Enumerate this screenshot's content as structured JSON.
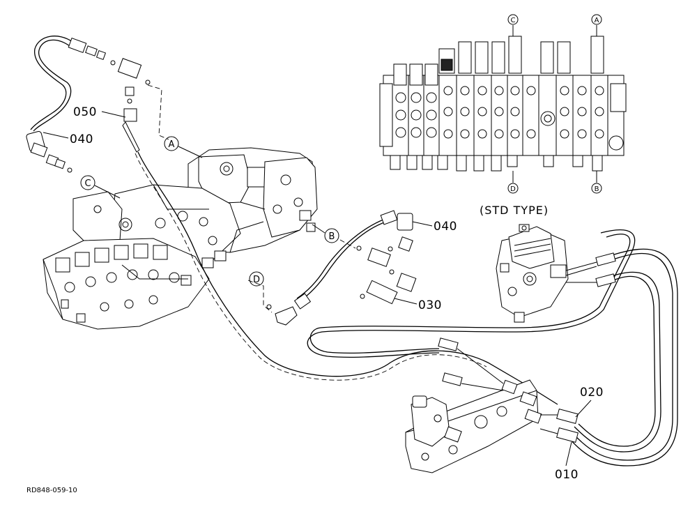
{
  "diagram": {
    "part_numbers": {
      "p010": "010",
      "p020": "020",
      "p030": "030",
      "p040_left": "040",
      "p040_right": "040",
      "p050": "050"
    },
    "connection_points": {
      "A": "A",
      "B": "B",
      "C": "C",
      "D": "D"
    },
    "inset_markers": {
      "top_c": "C",
      "top_a": "A",
      "bottom_d": "D",
      "bottom_b": "B"
    },
    "std_type_label": "(STD TYPE)",
    "reference_code": "RD848-059-10"
  }
}
